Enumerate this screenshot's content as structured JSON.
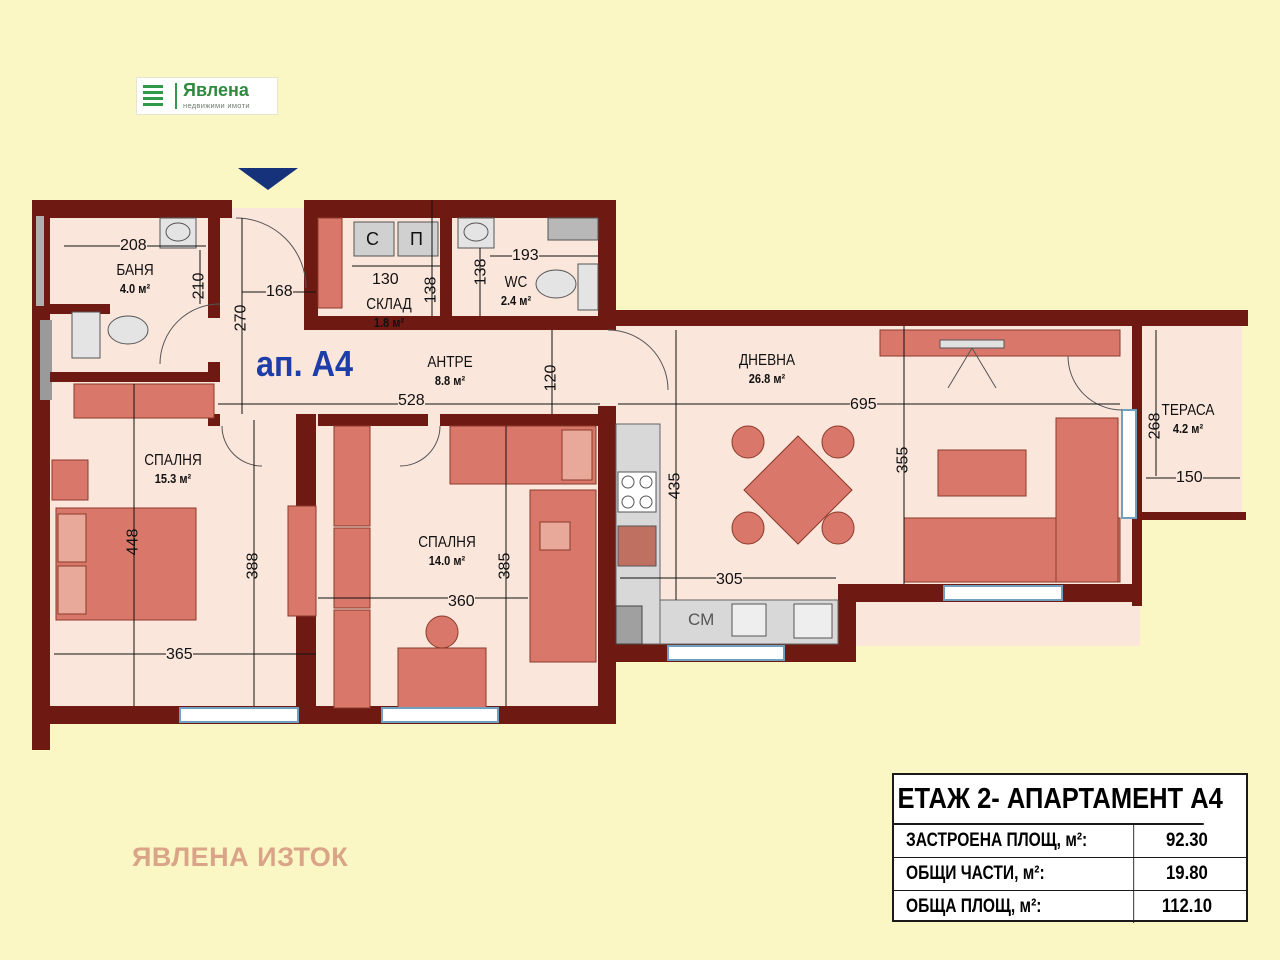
{
  "logo": {
    "name": "Явлена",
    "subtitle": "недвижими имоти"
  },
  "apartment_label": "ап. А4",
  "project_name": "ЯВЛЕНА ИЗТОК",
  "rooms": {
    "banya": {
      "name": "БАНЯ",
      "area": "4.0 м²"
    },
    "sklad": {
      "name": "СКЛАД",
      "area": "1.8 м²"
    },
    "wc": {
      "name": "WC",
      "area": "2.4 м²"
    },
    "antre": {
      "name": "АНТРЕ",
      "area": "8.8 м²"
    },
    "dnevna": {
      "name": "ДНЕВНА",
      "area": "26.8 м²"
    },
    "terasa": {
      "name": "ТЕРАСА",
      "area": "4.2 м²"
    },
    "spalnya1": {
      "name": "СПАЛНЯ",
      "area": "15.3 м²"
    },
    "spalnya2": {
      "name": "СПАЛНЯ",
      "area": "14.0 м²"
    }
  },
  "storage_marks": {
    "c": "С",
    "p": "П",
    "cm": "СМ"
  },
  "dimensions": {
    "d208": "208",
    "d210": "210",
    "d270": "270",
    "d168": "168",
    "d130": "130",
    "d138a": "138",
    "d138b": "138",
    "d193": "193",
    "d120": "120",
    "d528": "528",
    "d695": "695",
    "d268": "268",
    "d150": "150",
    "d355": "355",
    "d435": "435",
    "d305": "305",
    "d448": "448",
    "d388": "388",
    "d365": "365",
    "d385": "385",
    "d360": "360"
  },
  "table": {
    "title": "ЕТАЖ 2- АПАРТАМЕНТ А4",
    "rows": [
      {
        "label": "ЗАСТРОЕНА ПЛОЩ, м²:",
        "value": "92.30"
      },
      {
        "label": "ОБЩИ ЧАСТИ, м²:",
        "value": "19.80"
      },
      {
        "label": "ОБЩА ПЛОЩ, м²:",
        "value": "112.10"
      }
    ]
  },
  "colors": {
    "background": "#fbf7c4",
    "wall": "#6e1a12",
    "floor": "#fbe6dc",
    "furniture": "#d9786a",
    "apartment_label": "#1d3ea8",
    "project_name": "#d9a488",
    "entrance_marker": "#15327a"
  }
}
